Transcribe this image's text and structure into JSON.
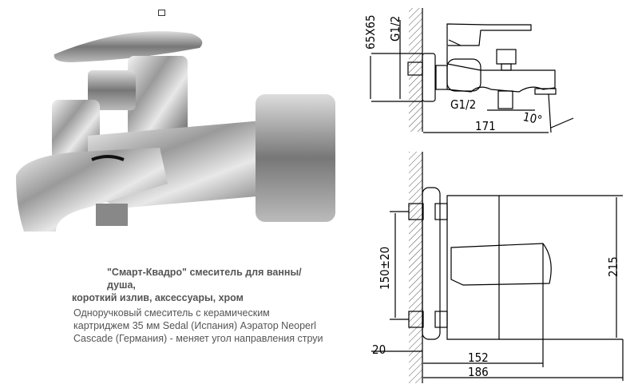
{
  "product": {
    "title_line1": "\"Смарт-Квадро\" смеситель для ванны/душа,",
    "title_line2": "короткий излив, аксессуары, хром",
    "description_lines": [
      "Одноручковый смеситель с керамическим",
      "картриджем 35 мм Sedal (Испания) Аэратор Neoperl",
      "Cascade (Германия) - меняет угол направления струи"
    ]
  },
  "side_view": {
    "flange_size": "65X65",
    "inlet_thread": "G1/2",
    "outlet_thread": "G1/2",
    "length": "171",
    "spout_angle": "10°"
  },
  "top_view": {
    "inlet_spacing": "150±20",
    "height": "215",
    "wall_offset": "20",
    "depth_body": "152",
    "depth_total": "186"
  }
}
